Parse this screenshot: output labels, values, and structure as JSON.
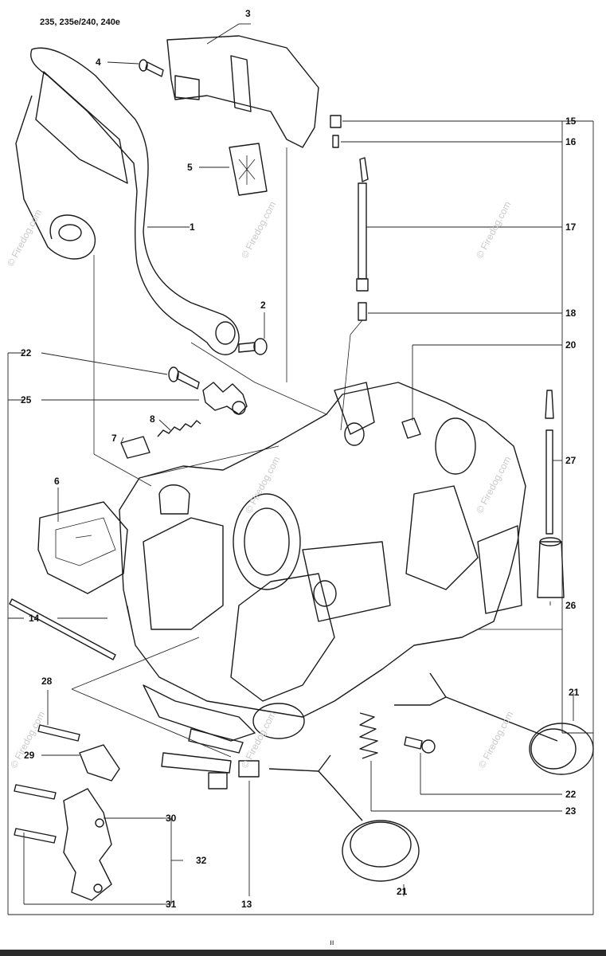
{
  "header": {
    "models": "235, 235e/240, 240e"
  },
  "footer": {
    "page_mark": "ıı"
  },
  "watermark": {
    "text": "© Firedog.com"
  },
  "callouts": [
    {
      "id": "c1",
      "text": "1"
    },
    {
      "id": "c2",
      "text": "2"
    },
    {
      "id": "c3",
      "text": "3"
    },
    {
      "id": "c4",
      "text": "4"
    },
    {
      "id": "c5",
      "text": "5"
    },
    {
      "id": "c6",
      "text": "6"
    },
    {
      "id": "c7",
      "text": "7"
    },
    {
      "id": "c8",
      "text": "8"
    },
    {
      "id": "c13",
      "text": "13"
    },
    {
      "id": "c14",
      "text": "14"
    },
    {
      "id": "c15",
      "text": "15"
    },
    {
      "id": "c16",
      "text": "16"
    },
    {
      "id": "c17",
      "text": "17"
    },
    {
      "id": "c18",
      "text": "18"
    },
    {
      "id": "c20",
      "text": "20"
    },
    {
      "id": "c21a",
      "text": "21"
    },
    {
      "id": "c21b",
      "text": "21"
    },
    {
      "id": "c22a",
      "text": "22"
    },
    {
      "id": "c22b",
      "text": "22"
    },
    {
      "id": "c23",
      "text": "23"
    },
    {
      "id": "c25",
      "text": "25"
    },
    {
      "id": "c26",
      "text": "26"
    },
    {
      "id": "c27",
      "text": "27"
    },
    {
      "id": "c28",
      "text": "28"
    },
    {
      "id": "c29",
      "text": "29"
    },
    {
      "id": "c30",
      "text": "30"
    },
    {
      "id": "c31",
      "text": "31"
    },
    {
      "id": "c32",
      "text": "32"
    }
  ]
}
